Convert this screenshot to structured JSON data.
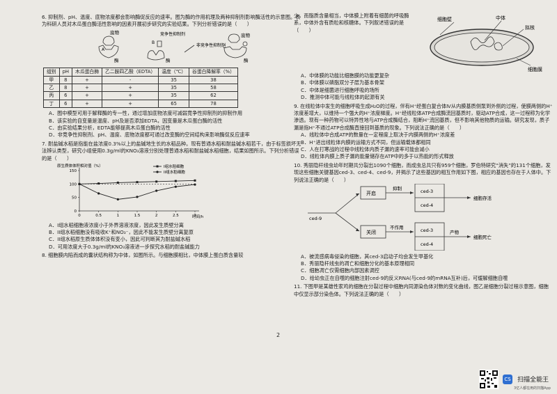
{
  "left": {
    "q6": {
      "stem": "6. 抑制剂、pH、温度、底物浓度都会影响酶促反应的速率。图为酶的作用机理及两种抑制剂影响酶活性的示意图。表为科研人员对木瓜蛋白酶活性影响的因素开展初步研究的实验结果。下列分析错误的是（　　）",
      "fig": {
        "substrate": "底物",
        "enzyme": "酶",
        "comp": "竞争性抑制剂",
        "noncomp": "非竞争性抑制剂",
        "a": "A",
        "b": "B",
        "c": "C"
      },
      "table": {
        "headers": [
          "组别",
          "pH",
          "木瓜蛋白酶",
          "乙二胺四乙酸（EDTA）",
          "温度（℃）",
          "谷蛋白降解率（%）"
        ],
        "rows": [
          [
            "甲",
            "8",
            "+",
            "-",
            "35",
            "38"
          ],
          [
            "乙",
            "8",
            "+",
            "+",
            "35",
            "58"
          ],
          [
            "丙",
            "6",
            "+",
            "+",
            "35",
            "62"
          ],
          [
            "丁",
            "6",
            "+",
            "+",
            "65",
            "78"
          ]
        ]
      },
      "options": [
        "A．图中模型可用于解释酶的专一性，通过增加底物浓度可减弱竞争性抑制剂的抑制作用",
        "B．该实验的自变量是温度、pH及是否添加EDTA，因变量是木瓜蛋白酶的活性",
        "C．由实验结果分析，EDTA能够提高木瓜蛋白酶的活性",
        "D．非竞争性抑制剂、pH、温度、底物浓度都可通过改变酶的空间结构来影响酶促反应速率"
      ]
    },
    "q7": {
      "stem": "7. 耐盐碱水稻是指能在盐浓度0.3%以上的盐碱地生长的水稻品种。现有普通水稻和耐盐碱水稻若干，由于标签损坏无法辨认类型，研究小组使用0.3g/ml的KNO₃溶液分别处理普通水稻和耐盐碱水稻细胞，结果如图所示。下列分析错误的是（　　）",
      "chart_data": {
        "type": "line",
        "ylabel": "原生质体体积相对值（%）",
        "xlabel": "时间/h",
        "x": [
          0,
          0.5,
          1,
          1.5,
          2,
          2.5,
          3
        ],
        "ylim": [
          0,
          150
        ],
        "yticks": [
          0,
          50,
          100,
          150
        ],
        "series": [
          {
            "name": "I组水稻细胞",
            "values": [
              100,
              102,
              105,
              107,
              109,
              111,
              113
            ]
          },
          {
            "name": "II组水稻细胞",
            "values": [
              100,
              65,
              43,
              52,
              75,
              90,
              98
            ]
          }
        ],
        "baseline": 100
      },
      "options": [
        "A．I组水稻细胞液浓度小于外界溶液浓度，因此发生质壁分离",
        "B．II组水稻细胞没有吸收K⁺和NO₃⁻，因此不能发生质壁分离复原",
        "C．II组水稻原生质体体积没有变小，因此可判断其为耐盐碱水稻",
        "D．可用浓度大于0.3g/ml的KNO₃溶液进一步探究水稻的耐盐碱能力"
      ]
    },
    "q8": "8. 细胞膜内陷而成的囊状结构称为中体，如图所示。与细胞膜相比，中体膜上蛋白质含量较"
  },
  "right": {
    "q8cont": "少，而脂质含量相当，中体膜上附着有细菌的呼吸酶系，中体外含有质粒和核糖体。下列叙述错误的是（　　）",
    "cell": {
      "wall": "细胞壁",
      "mesosome": "中体",
      "nucleoid": "拟核",
      "membrane": "细胞膜"
    },
    "q8opts": [
      "A．中体膜的功能比细胞膜的功能更复杂",
      "B．中体膜以磷脂双分子层为基本骨架",
      "C．中体是细菌进行细胞呼吸的场所",
      "D．推测中体可能与线粒体的起源有关"
    ],
    "q9": {
      "stem": "9. 在线粒体中发生的细胞呼吸生成H₂O的过程，伴有H⁺经蛋白复合体Ⅳ从内膜基质侧泵到外侧的过程，使膜两侧的H⁺浓度差增大，以维持一个强大的H⁺浓度梯度。H⁺经线粒体ATP合成酶流回基质时，驱动ATP合成，这一过程称为化学渗透。现有一种药物可以特异性地与ATP合成酶结合，阻断H⁺流回基质，但不影响其他物质的运输。研究发现，质子漏是指H⁺不通过ATP合成酶直接回到基质的现象。下列说法正确的是（　　）",
      "options": [
        "A．线粒体中合成ATP的数量在一定程度上取决于内膜两侧的H⁺浓度差",
        "B．H⁺进出线粒体内膜的运输方式不同，但运输载体都相同",
        "C．人在打寒战的过程中线粒体内质子漏的速率可能会减小",
        "D．线粒体内膜上质子漏的能量储存在ATP中的多于以热能的形式释放"
      ]
    },
    "q10": {
      "stem": "10. 秀丽隐杆线虫幼年时期共分裂出1090个细胞，而成虫总共只有959个细胞，罗伯特研究“消失”的131个细胞，发现这些细胞关键基因ced-3、ced-4、ced-9，并揭示了这些基因的相互作用如下图，相应的基因也存在于人体中。下列说法正确的是（　　）",
      "diagram": {
        "ced9": "ced-9",
        "on": "开启",
        "off": "关闭",
        "inhibit": "抑制",
        "noeffect": "不作用",
        "ced3": "ced-3",
        "ced4": "ced-4",
        "survive": "细胞存活",
        "product": "产物",
        "death": "细胞死亡"
      },
      "options": [
        "A．被流感病毒侵染的细胞，其ced-3启动子均会发生甲基化",
        "B．秀丽隐杆线虫的凋亡和细胞分化的基本原理相同",
        "C．细胞凋亡仅需细胞内部因素调控",
        "D．给幼虫正在自噬的细胞注射ced-9的反义RNA(与ced-9的mRNA互补)后，可缓解细胞自噬"
      ]
    },
    "q11": "11. 下图甲是某雄性家鸡的细胞在分裂过程中细胞内同源染色体对数的变化曲线，图乙是细胞分裂过程示意图，细胞中仅显示部分染色体。下列说法正确的是（　　）"
  },
  "page_number": "2",
  "brand": {
    "badge": "CS",
    "name": "扫描全能王",
    "sub": "3亿人都在用的扫描App"
  }
}
